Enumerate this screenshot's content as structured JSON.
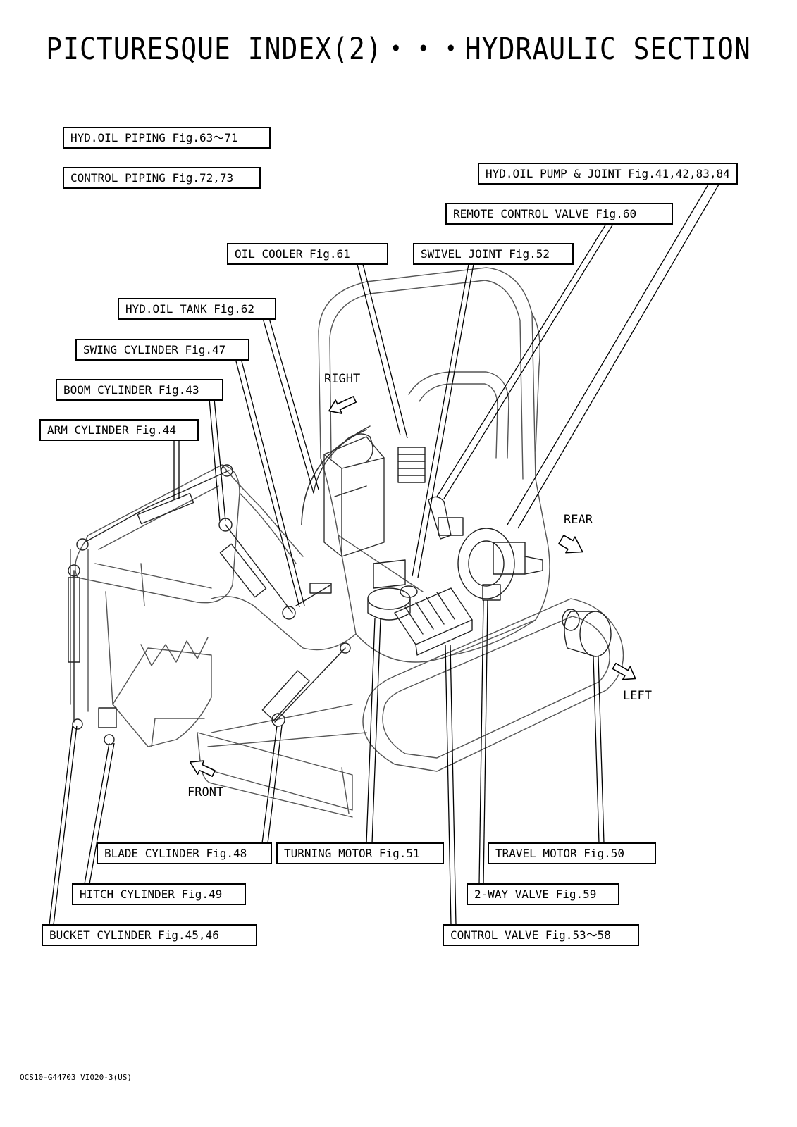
{
  "title": "PICTURESQUE INDEX(2)・・・HYDRAULIC SECTION",
  "labels": {
    "hyd_oil_piping": "HYD.OIL PIPING Fig.63～71",
    "control_piping": "CONTROL PIPING Fig.72,73",
    "hyd_oil_pump": "HYD.OIL PUMP & JOINT Fig.41,42,83,84",
    "remote_control_valve": "REMOTE CONTROL VALVE Fig.60",
    "oil_cooler": "OIL COOLER Fig.61",
    "swivel_joint": "SWIVEL JOINT Fig.52",
    "hyd_oil_tank": "HYD.OIL TANK Fig.62",
    "swing_cylinder": "SWING CYLINDER Fig.47",
    "boom_cylinder": "BOOM CYLINDER Fig.43",
    "arm_cylinder": "ARM CYLINDER Fig.44",
    "blade_cylinder": "BLADE CYLINDER Fig.48",
    "turning_motor": "TURNING MOTOR Fig.51",
    "travel_motor": "TRAVEL MOTOR Fig.50",
    "hitch_cylinder": "HITCH CYLINDER Fig.49",
    "two_way_valve": "2-WAY VALVE Fig.59",
    "bucket_cylinder": "BUCKET CYLINDER Fig.45,46",
    "control_valve": "CONTROL VALVE Fig.53～58"
  },
  "directions": {
    "right": "RIGHT",
    "rear": "REAR",
    "left": "LEFT",
    "front": "FRONT"
  },
  "doc_code": "OCS10-G44703 VI020-3(US)"
}
